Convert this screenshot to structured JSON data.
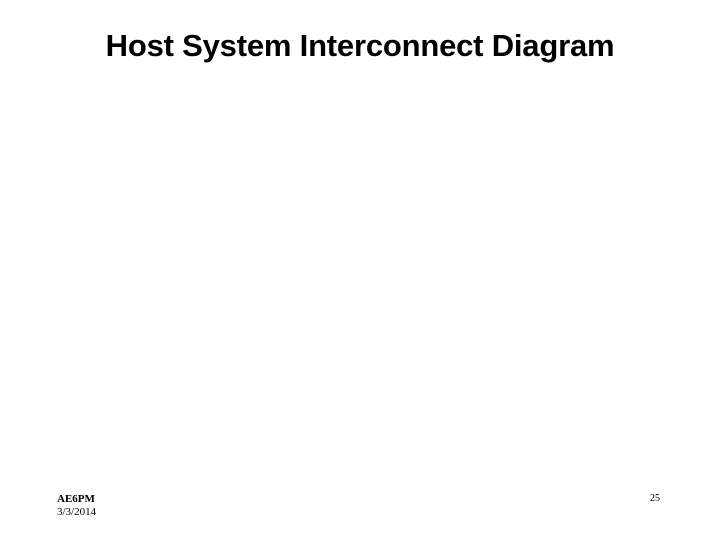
{
  "slide": {
    "title": "Host System Interconnect Diagram",
    "body_text": "",
    "background_color": "#ffffff",
    "text_color": "#000000"
  },
  "footer": {
    "callsign": "AE6PM",
    "date": "3/3/2014",
    "slide_number": "25"
  }
}
